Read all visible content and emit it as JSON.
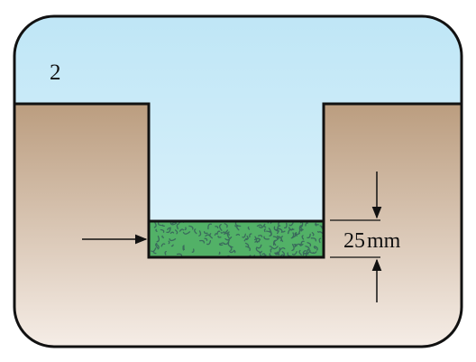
{
  "panel": {
    "step_number": "2"
  },
  "dimension": {
    "value": "25",
    "unit": "mm"
  },
  "colors": {
    "sky_top": "#bfe6f6",
    "sky_bottom": "#e6f6fd",
    "soil_top": "#bb9d7f",
    "soil_bottom": "#f9f2ed",
    "layer_fill": "#52b167",
    "layer_speckle": "#3a6b5c",
    "outline": "#111111"
  }
}
